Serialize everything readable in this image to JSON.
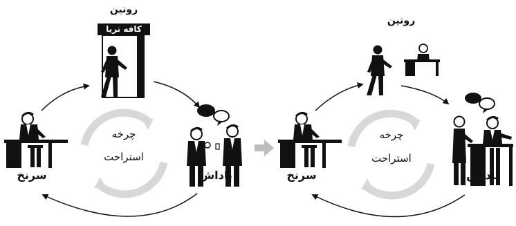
{
  "left_panel": {
    "routine_label": "روتین",
    "cafe_sign": "کافه تریا",
    "cue_label": "سرنخ",
    "reward_label": "پاداش",
    "cycle_line1": "چرخه",
    "cycle_line2": "استراحت"
  },
  "right_panel": {
    "routine_label": "روتین",
    "cue_label": "سرنخ",
    "reward_label": "پاداش",
    "cycle_line1": "چرخه",
    "cycle_line2": "استراحت"
  },
  "colors": {
    "ink": "#111111",
    "cycle_ring": "#d8d8d8",
    "transition_arrow": "#bdbdbd"
  }
}
